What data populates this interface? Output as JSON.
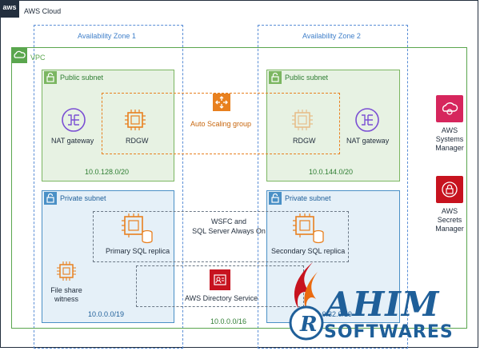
{
  "cloud": {
    "label": "AWS Cloud",
    "badge_text": "aws"
  },
  "zones": [
    {
      "label": "Availability Zone 1"
    },
    {
      "label": "Availability Zone 2"
    }
  ],
  "vpc": {
    "label": "VPC",
    "cidr": "10.0.0.0/16"
  },
  "public_subnets": [
    {
      "label": "Public subnet",
      "cidr": "10.0.128.0/20",
      "nat": "NAT gateway",
      "rdgw": "RDGW"
    },
    {
      "label": "Public subnet",
      "cidr": "10.0.144.0/20",
      "nat": "NAT gateway",
      "rdgw": "RDGW"
    }
  ],
  "private_subnets": [
    {
      "label": "Private subnet",
      "cidr": "10.0.0.0/19",
      "sql": "Primary SQL replica",
      "witness_line1": "File share",
      "witness_line2": "witness"
    },
    {
      "label": "Private subnet",
      "cidr": "10.0.32.0/19",
      "sql": "Secondary SQL replica"
    }
  ],
  "asg": {
    "label": "Auto Scaling group"
  },
  "wsfc": {
    "line1": "WSFC and",
    "line2": "SQL Server  Always On"
  },
  "directory": {
    "label": "AWS Directory Service"
  },
  "side_services": [
    {
      "line1": "AWS",
      "line2": "Systems",
      "line3": "Manager"
    },
    {
      "line1": "AWS",
      "line2": "Secrets",
      "line3": "Manager"
    }
  ],
  "watermark": {
    "brand_top": "AHIM",
    "brand_bottom": "SOFTWARES"
  },
  "colors": {
    "orange": "#e8801f",
    "purple": "#7b4fd4",
    "green": "#5aa64e",
    "blue": "#4a90c6",
    "pink": "#d6265d",
    "red": "#c7131f",
    "dark": "#232f3e"
  }
}
